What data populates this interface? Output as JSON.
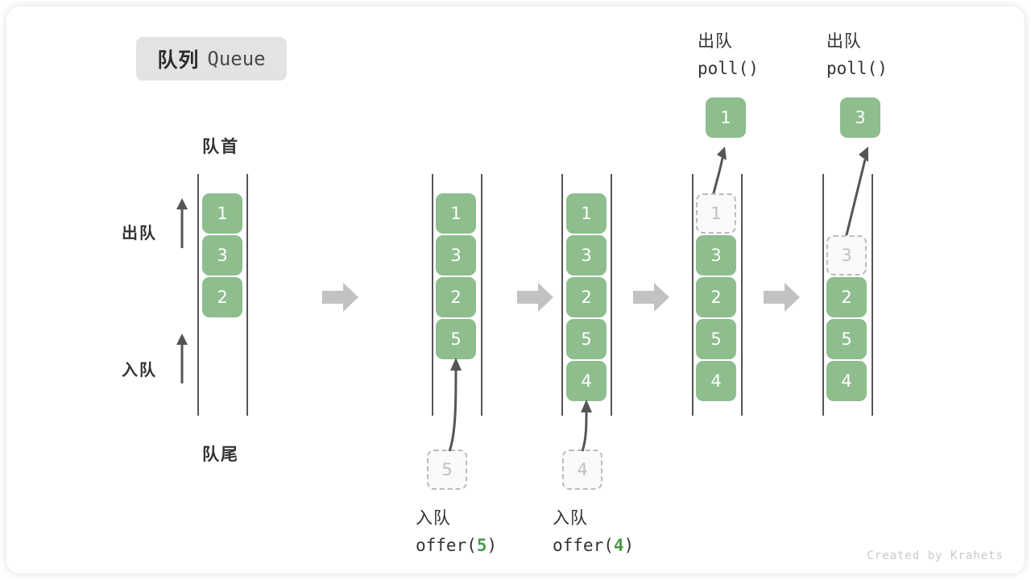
{
  "title": {
    "cn": "队列",
    "en": "Queue"
  },
  "labels": {
    "head": "队首",
    "tail": "队尾",
    "dequeue": "出队",
    "enqueue": "入队"
  },
  "watermark": "Created by Krahets",
  "colors": {
    "cell_fill": "#8ebd8e",
    "cell_text": "#ffffff",
    "ghost_fill": "#fafafa",
    "ghost_text": "#bfbfbf",
    "ghost_border": "#bcbcbc",
    "rail": "#555555",
    "step_arrow": "#c2c2c2",
    "curve_arrow": "#555555",
    "accent_number": "#4a9a4a",
    "chip_bg": "#e3e3e3",
    "text": "#333333"
  },
  "steps": [
    {
      "id": "initial",
      "cells": [
        {
          "value": "1",
          "state": "filled"
        },
        {
          "value": "3",
          "state": "filled"
        },
        {
          "value": "2",
          "state": "filled"
        }
      ],
      "caption": null,
      "popped": null
    },
    {
      "id": "offer-5",
      "cells": [
        {
          "value": "1",
          "state": "filled"
        },
        {
          "value": "3",
          "state": "filled"
        },
        {
          "value": "2",
          "state": "filled"
        },
        {
          "value": "5",
          "state": "filled"
        }
      ],
      "caption": {
        "cn": "入队",
        "op": "offer(",
        "num": "5",
        "op_close": ")"
      },
      "incoming": {
        "value": "5",
        "state": "ghost"
      },
      "popped": null
    },
    {
      "id": "offer-4",
      "cells": [
        {
          "value": "1",
          "state": "filled"
        },
        {
          "value": "3",
          "state": "filled"
        },
        {
          "value": "2",
          "state": "filled"
        },
        {
          "value": "5",
          "state": "filled"
        },
        {
          "value": "4",
          "state": "filled"
        }
      ],
      "caption": {
        "cn": "入队",
        "op": "offer(",
        "num": "4",
        "op_close": ")"
      },
      "incoming": {
        "value": "4",
        "state": "ghost"
      },
      "popped": null
    },
    {
      "id": "poll-1",
      "cells": [
        {
          "value": "1",
          "state": "ghost"
        },
        {
          "value": "3",
          "state": "filled"
        },
        {
          "value": "2",
          "state": "filled"
        },
        {
          "value": "5",
          "state": "filled"
        },
        {
          "value": "4",
          "state": "filled"
        }
      ],
      "caption_top": {
        "cn": "出队",
        "op": "poll()"
      },
      "popped": {
        "value": "1",
        "state": "filled"
      }
    },
    {
      "id": "poll-3",
      "cells": [
        {
          "value": "3",
          "state": "ghost"
        },
        {
          "value": "2",
          "state": "filled"
        },
        {
          "value": "5",
          "state": "filled"
        },
        {
          "value": "4",
          "state": "filled"
        }
      ],
      "caption_top": {
        "cn": "出队",
        "op": "poll()"
      },
      "popped": {
        "value": "3",
        "state": "filled"
      }
    }
  ]
}
